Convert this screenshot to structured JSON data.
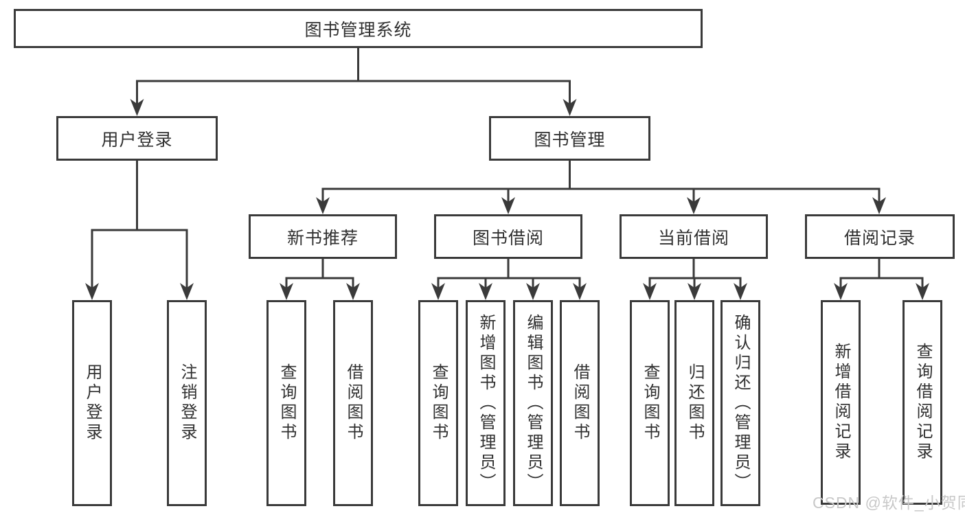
{
  "title": "图书管理系统",
  "watermark": {
    "text": "CSDN @软件_小贺同学"
  },
  "colors": {
    "line": "#3a3a3a",
    "box_border": "#3a3a3a",
    "box_fill": "#ffffff",
    "text": "#303030",
    "watermark": "#c8c8c8",
    "background": "#ffffff"
  },
  "root": {
    "label": "图书管理系统"
  },
  "branches": [
    {
      "label": "用户登录",
      "children": [
        {
          "label": "用户登录"
        },
        {
          "label": "注销登录"
        }
      ]
    },
    {
      "label": "图书管理",
      "children": [
        {
          "label": "新书推荐",
          "children": [
            {
              "label": "查询图书"
            },
            {
              "label": "借阅图书"
            }
          ]
        },
        {
          "label": "图书借阅",
          "children": [
            {
              "label": "查询图书"
            },
            {
              "label": "新增图书（管理员）"
            },
            {
              "label": "编辑图书（管理员）"
            },
            {
              "label": "借阅图书"
            }
          ]
        },
        {
          "label": "当前借阅",
          "children": [
            {
              "label": "查询图书"
            },
            {
              "label": "归还图书"
            },
            {
              "label": "确认归还（管理员）"
            }
          ]
        },
        {
          "label": "借阅记录",
          "children": [
            {
              "label": "新增借阅记录"
            },
            {
              "label": "查询借阅记录"
            }
          ]
        }
      ]
    }
  ]
}
